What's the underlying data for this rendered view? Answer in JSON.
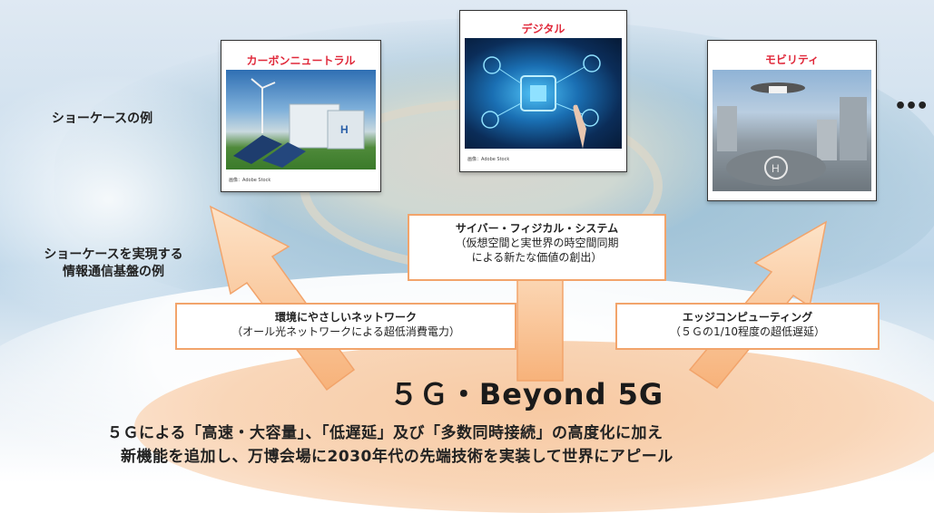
{
  "left_labels": {
    "showcase_examples": "ショーケースの例",
    "infra_line1": "ショーケースを実現する",
    "infra_line2": "情報通信基盤の例"
  },
  "cards": [
    {
      "title": "カーボンニュートラル",
      "credit": "画像：Adobe Stock"
    },
    {
      "title": "デジタル",
      "credit": "画像：Adobe Stock"
    },
    {
      "title": "モビリティ",
      "credit": ""
    }
  ],
  "ellipsis": "•••",
  "boxes": {
    "cps": {
      "title": "サイバー・フィジカル・システム",
      "line1": "（仮想空間と実世界の時空間同期",
      "line2": "による新たな価値の創出）"
    },
    "network": {
      "title": "環境にやさしいネットワーク",
      "line1": "（オール光ネットワークによる超低消費電力）"
    },
    "edge": {
      "title": "エッジコンピューティング",
      "line1": "（５Ｇの1/10程度の超低遅延）"
    }
  },
  "base": {
    "title": "５Ｇ・Beyond 5G",
    "desc_line1": "５Ｇによる「高速・大容量」、「低遅延」及び「多数同時接続」の高度化に加え",
    "desc_line2": "新機能を追加し、万博会場に2030年代の先端技術を実装して世界にアピール"
  },
  "colors": {
    "accent": "#e0283a",
    "arrow_fill": "#fbcf9f",
    "arrow_stroke": "#f2a46b",
    "base": "#f9d6b8"
  }
}
